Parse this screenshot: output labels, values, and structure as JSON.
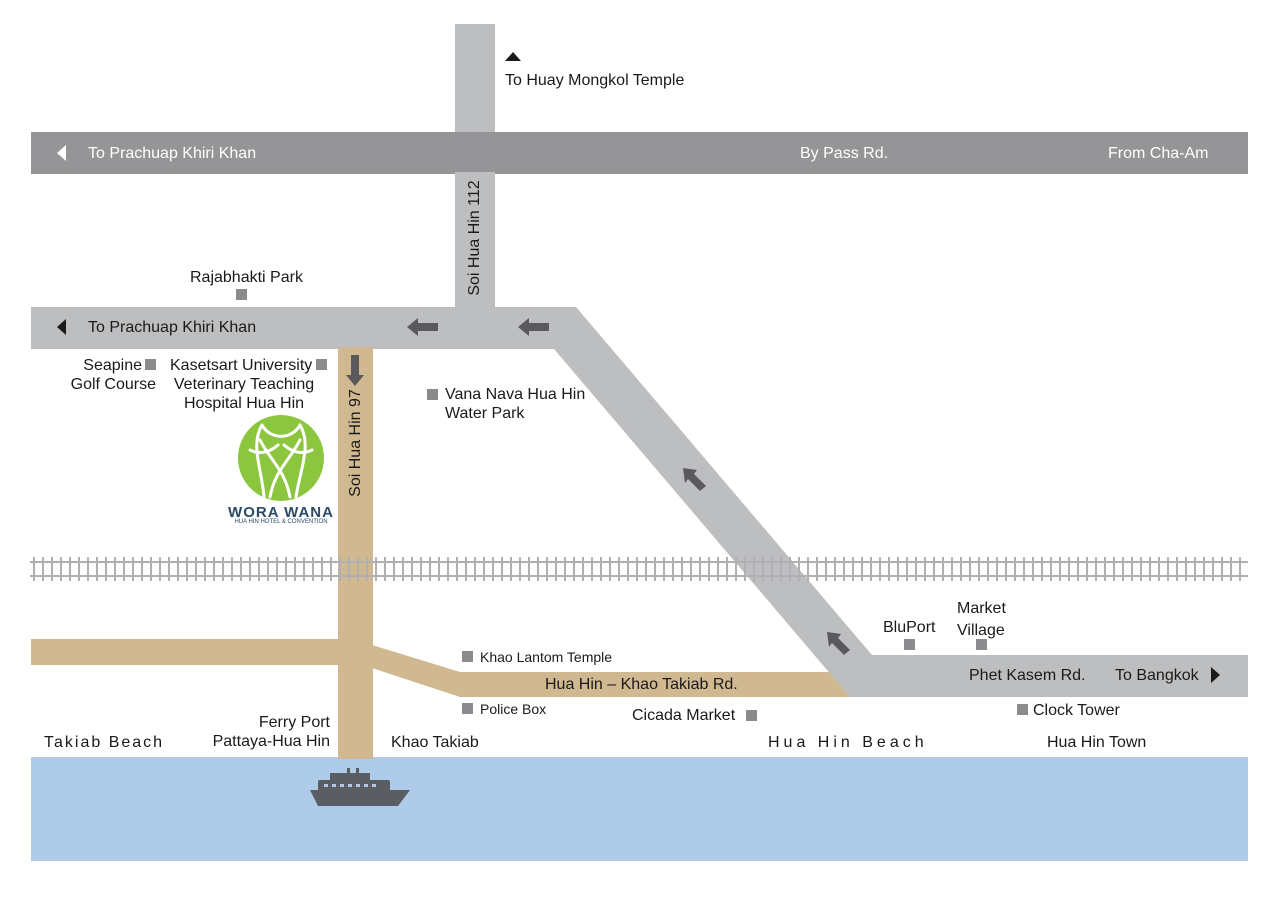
{
  "map": {
    "roads": {
      "bypass": {
        "name": "By Pass Rd.",
        "west_destination": "To Prachuap Khiri Khan",
        "east_origin": "From Cha-Am"
      },
      "north_road": {
        "destination": "To Huay Mongkol Temple"
      },
      "soi_112": {
        "name": "Soi Hua Hin 112"
      },
      "middle_road": {
        "west_destination": "To Prachuap Khiri Khan"
      },
      "soi_97": {
        "name": "Soi Hua Hin 97"
      },
      "khao_takiab_rd": {
        "name": "Hua Hin – Khao Takiab Rd."
      },
      "phet_kasem": {
        "name": "Phet Kasem Rd.",
        "east_destination": "To Bangkok"
      }
    },
    "places": {
      "rajabhakti": "Rajabhakti Park",
      "seapine_1": "Seapine",
      "seapine_2": "Golf Course",
      "kasetsart_1": "Kasetsart University",
      "kasetsart_2": "Veterinary Teaching",
      "kasetsart_3": "Hospital Hua Hin",
      "vananava_1": "Vana Nava Hua Hin",
      "vananava_2": "Water Park",
      "bluport": "BluPort",
      "market_village_1": "Market",
      "market_village_2": "Village",
      "khao_lantom": "Khao Lantom Temple",
      "police_box": "Police Box",
      "cicada": "Cicada Market",
      "clock_tower": "Clock Tower"
    },
    "areas": {
      "takiab_beach": "Takiab Beach",
      "ferry_1": "Ferry Port",
      "ferry_2": "Pattaya-Hua Hin",
      "khao_takiab": "Khao Takiab",
      "hua_hin_beach": "Hua Hin Beach",
      "hua_hin_town": "Hua Hin Town"
    },
    "hotel": {
      "name": "WORA WANA",
      "tagline": "HUA HIN HOTEL & CONVENTION"
    },
    "colors": {
      "bypass_road": "#959597",
      "local_road": "#bdbec0",
      "coastal_road": "#d0b890",
      "sea": "#aecbea",
      "poi_marker": "#8b8b8d",
      "arrow": "#5a5a5c",
      "logo_green": "#8cc63f",
      "logo_text": "#2b4a66"
    },
    "icons": [
      "triangle-up-icon",
      "triangle-left-icon",
      "triangle-right-icon",
      "arrow-left-icon",
      "arrow-down-icon",
      "arrow-up-left-icon",
      "ship-icon",
      "railway-icon",
      "tree-logo-icon"
    ]
  }
}
